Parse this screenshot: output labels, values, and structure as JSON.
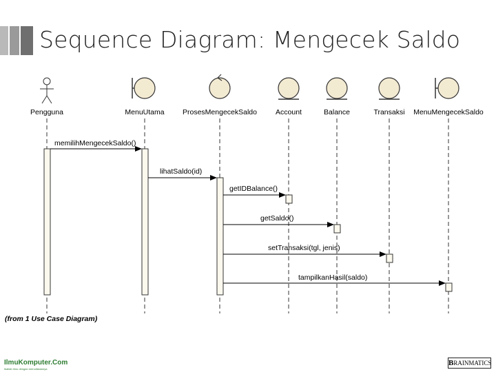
{
  "slide": {
    "title": "Sequence Diagram: Mengecek Saldo"
  },
  "lifelines": [
    {
      "name": "Pengguna",
      "stereotype": "actor"
    },
    {
      "name": "MenuUtama",
      "stereotype": "boundary"
    },
    {
      "name": "ProsesMengecekSaldo",
      "stereotype": "control"
    },
    {
      "name": "Account",
      "stereotype": "entity"
    },
    {
      "name": "Balance",
      "stereotype": "entity"
    },
    {
      "name": "Transaksi",
      "stereotype": "entity"
    },
    {
      "name": "MenuMengecekSaldo",
      "stereotype": "boundary"
    }
  ],
  "messages": [
    {
      "from": "Pengguna",
      "to": "MenuUtama",
      "label": "memilihMengecekSaldo()"
    },
    {
      "from": "MenuUtama",
      "to": "ProsesMengecekSaldo",
      "label": "lihatSaldo(id)"
    },
    {
      "from": "ProsesMengecekSaldo",
      "to": "Account",
      "label": "getIDBalance()"
    },
    {
      "from": "ProsesMengecekSaldo",
      "to": "Balance",
      "label": "getSaldo()"
    },
    {
      "from": "ProsesMengecekSaldo",
      "to": "Transaksi",
      "label": "setTransaksi(tgl, jenis)"
    },
    {
      "from": "ProsesMengecekSaldo",
      "to": "MenuMengecekSaldo",
      "label": "tampilkanHasil(saldo)"
    }
  ],
  "note": "(from 1 Use Case Diagram)",
  "footer": {
    "left_site": "IlmuKomputer.Com",
    "left_tagline": "Ikatlah ilmu dengan menuliskannya",
    "right_logo_big": "B",
    "right_logo_rest": "RAINMATICS"
  }
}
